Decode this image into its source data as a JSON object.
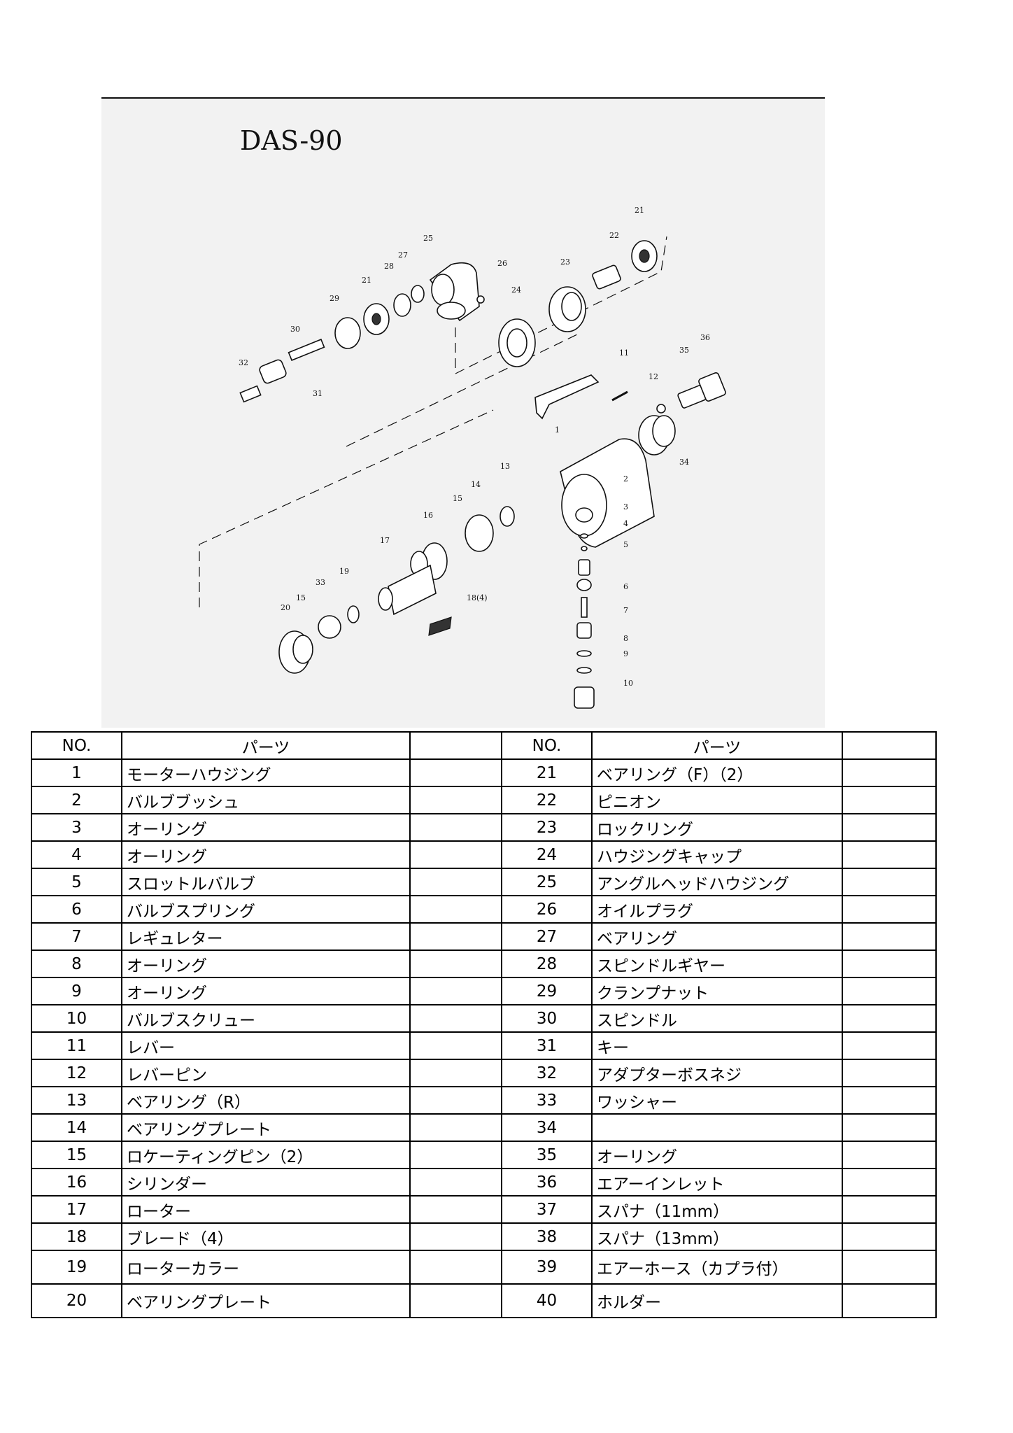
{
  "diagram": {
    "title": "DAS-90",
    "labels": [
      "1",
      "2",
      "3",
      "4",
      "5",
      "6",
      "7",
      "8",
      "9",
      "10",
      "11",
      "12",
      "13",
      "14",
      "15",
      "15",
      "16",
      "17",
      "18(4)",
      "19",
      "20",
      "21",
      "21",
      "22",
      "23",
      "24",
      "25",
      "26",
      "27",
      "28",
      "29",
      "30",
      "31",
      "32",
      "33",
      "34",
      "35",
      "36"
    ]
  },
  "table": {
    "headers": {
      "no": "NO.",
      "parts": "パーツ"
    },
    "left": [
      {
        "no": "1",
        "name": "モーターハウジング"
      },
      {
        "no": "2",
        "name": "バルブブッシュ"
      },
      {
        "no": "3",
        "name": "オーリング"
      },
      {
        "no": "4",
        "name": "オーリング"
      },
      {
        "no": "5",
        "name": "スロットルバルブ"
      },
      {
        "no": "6",
        "name": "バルブスプリング"
      },
      {
        "no": "7",
        "name": "レギュレター"
      },
      {
        "no": "8",
        "name": "オーリング"
      },
      {
        "no": "9",
        "name": "オーリング"
      },
      {
        "no": "10",
        "name": "バルブスクリュー"
      },
      {
        "no": "11",
        "name": "レバー"
      },
      {
        "no": "12",
        "name": "レバーピン"
      },
      {
        "no": "13",
        "name": "ベアリング（R）"
      },
      {
        "no": "14",
        "name": "ベアリングプレート"
      },
      {
        "no": "15",
        "name": "ロケーティングピン（2）"
      },
      {
        "no": "16",
        "name": "シリンダー"
      },
      {
        "no": "17",
        "name": "ローター"
      },
      {
        "no": "18",
        "name": "ブレード（4）"
      },
      {
        "no": "19",
        "name": "ローターカラー"
      },
      {
        "no": "20",
        "name": "ベアリングプレート"
      }
    ],
    "right": [
      {
        "no": "21",
        "name": "ベアリング（F）（2）"
      },
      {
        "no": "22",
        "name": "ピニオン"
      },
      {
        "no": "23",
        "name": "ロックリング"
      },
      {
        "no": "24",
        "name": "ハウジングキャップ"
      },
      {
        "no": "25",
        "name": "アングルヘッドハウジング"
      },
      {
        "no": "26",
        "name": "オイルプラグ"
      },
      {
        "no": "27",
        "name": "ベアリング"
      },
      {
        "no": "28",
        "name": "スピンドルギヤー"
      },
      {
        "no": "29",
        "name": "クランプナット"
      },
      {
        "no": "30",
        "name": "スピンドル"
      },
      {
        "no": "31",
        "name": "キー"
      },
      {
        "no": "32",
        "name": "アダプターボスネジ"
      },
      {
        "no": "33",
        "name": "ワッシャー"
      },
      {
        "no": "34",
        "name": ""
      },
      {
        "no": "35",
        "name": "オーリング"
      },
      {
        "no": "36",
        "name": "エアーインレット"
      },
      {
        "no": "37",
        "name": "スパナ（11mm）"
      },
      {
        "no": "38",
        "name": "スパナ（13mm）"
      },
      {
        "no": "39",
        "name": "エアーホース（カプラ付）"
      },
      {
        "no": "40",
        "name": "ホルダー"
      }
    ]
  }
}
